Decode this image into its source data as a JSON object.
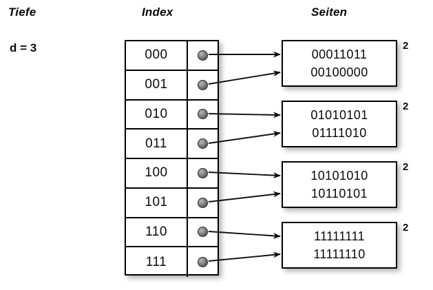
{
  "headings": {
    "depth": "Tiefe",
    "index": "Index",
    "pages": "Seiten"
  },
  "depth": {
    "label": "d = 3"
  },
  "index_table": {
    "rows": [
      {
        "key": "000",
        "pointer": "pointer-dot"
      },
      {
        "key": "001",
        "pointer": "pointer-dot"
      },
      {
        "key": "010",
        "pointer": "pointer-dot"
      },
      {
        "key": "011",
        "pointer": "pointer-dot"
      },
      {
        "key": "100",
        "pointer": "pointer-dot"
      },
      {
        "key": "101",
        "pointer": "pointer-dot"
      },
      {
        "key": "110",
        "pointer": "pointer-dot"
      },
      {
        "key": "111",
        "pointer": "pointer-dot"
      }
    ]
  },
  "pages": [
    {
      "lines": [
        "00011011",
        "00100000"
      ],
      "local_depth": "2"
    },
    {
      "lines": [
        "01010101",
        "01111010"
      ],
      "local_depth": "2"
    },
    {
      "lines": [
        "10101010",
        "10110101"
      ],
      "local_depth": "2"
    },
    {
      "lines": [
        "11111111",
        "11111110"
      ],
      "local_depth": "2"
    }
  ],
  "colors": {
    "background": "#ffffff",
    "stroke": "#000000",
    "text": "#0a0a0a",
    "pointer_dot": "#6b6b6b"
  }
}
